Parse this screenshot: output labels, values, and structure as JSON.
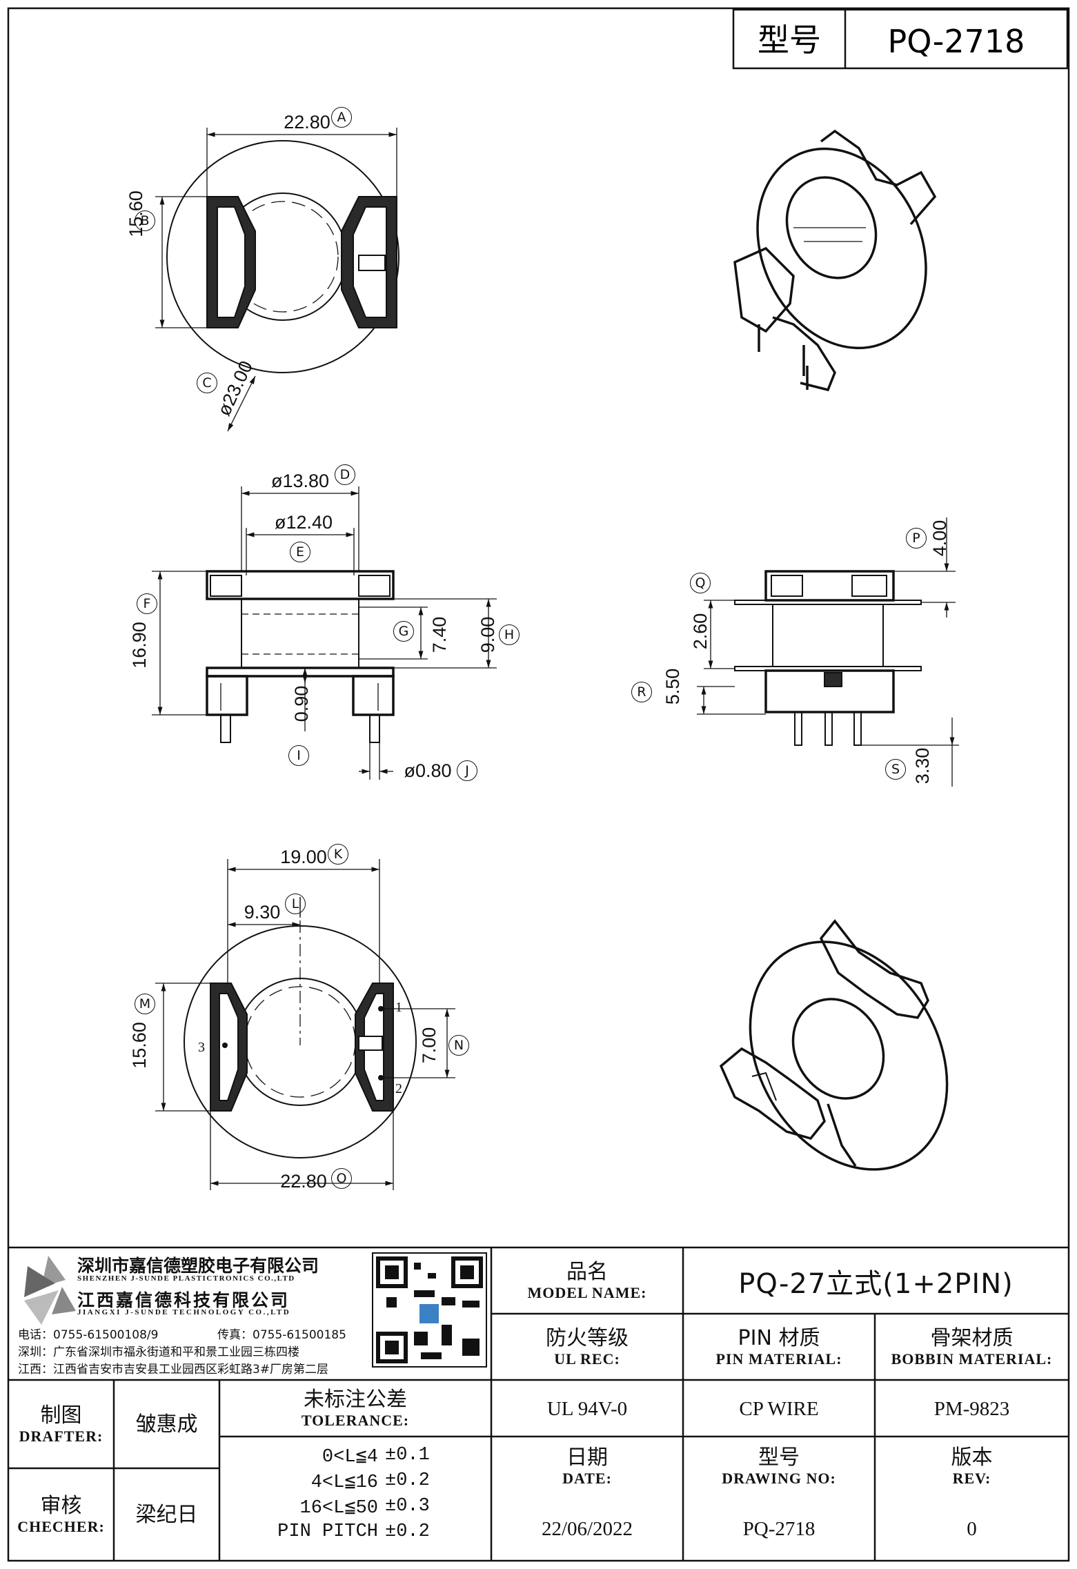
{
  "header": {
    "model_label": "型号",
    "model_value": "PQ-2718"
  },
  "dimensions": {
    "A": {
      "letter": "A",
      "text": "22.80"
    },
    "B": {
      "letter": "B",
      "text": "15.60"
    },
    "C": {
      "letter": "C",
      "text": "ø23.00"
    },
    "D": {
      "letter": "D",
      "text": "ø13.80"
    },
    "E": {
      "letter": "E",
      "text": "ø12.40"
    },
    "F": {
      "letter": "F",
      "text": "16.90"
    },
    "G": {
      "letter": "G",
      "text": "7.40"
    },
    "H": {
      "letter": "H",
      "text": "9.00"
    },
    "I": {
      "letter": "I",
      "text": "0.90"
    },
    "J": {
      "letter": "J",
      "text": "ø0.80"
    },
    "K": {
      "letter": "K",
      "text": "19.00"
    },
    "L": {
      "letter": "L",
      "text": "9.30"
    },
    "M": {
      "letter": "M",
      "text": "15.60"
    },
    "N": {
      "letter": "N",
      "text": "7.00"
    },
    "O": {
      "letter": "O",
      "text": "22.80"
    },
    "P": {
      "letter": "P",
      "text": "4.00"
    },
    "Q": {
      "letter": "Q",
      "text": "2.60"
    },
    "R": {
      "letter": "R",
      "text": "5.50"
    },
    "S": {
      "letter": "S",
      "text": "3.30"
    }
  },
  "pins": [
    "1",
    "2",
    "3"
  ],
  "company": {
    "name_sz": "深圳市嘉信德塑胶电子有限公司",
    "name_sz_en": "SHENZHEN J-SUNDE PLASTICTRONICS CO.,LTD",
    "name_jx": "江西嘉信德科技有限公司",
    "name_jx_en": "JIANGXI J-SUNDE TECHNOLOGY CO.,LTD",
    "phone": "电话：0755-61500108/9",
    "fax": "传真：0755-61500185",
    "addr_sz": "深圳：广东省深圳市福永街道和平和景工业园三栋四楼",
    "addr_jx": "江西：江西省吉安市吉安县工业园西区彩虹路3#厂房第二层"
  },
  "title_block": {
    "model_name_zh": "品名",
    "model_name_en": "MODEL NAME:",
    "model_name_value": "PQ-27立式(1+2PIN)",
    "ul_zh": "防火等级",
    "ul_en": "UL REC:",
    "ul_value": "UL 94V-0",
    "pin_zh": "PIN 材质",
    "pin_en": "PIN MATERIAL:",
    "pin_value": "CP WIRE",
    "bobbin_zh": "骨架材质",
    "bobbin_en": "BOBBIN MATERIAL:",
    "bobbin_value": "PM-9823",
    "drafter_zh": "制图",
    "drafter_en": "DRAFTER:",
    "drafter_value": "皱惠成",
    "checker_zh": "审核",
    "checker_en": "CHECHER:",
    "checker_value": "梁纪日",
    "tolerance_zh": "未标注公差",
    "tolerance_en": "TOLERANCE:",
    "tolerance_rows": [
      {
        "range": "0<L≦4",
        "tol": "±0.1"
      },
      {
        "range": "4<L≦16",
        "tol": "±0.2"
      },
      {
        "range": "16<L≦50",
        "tol": "±0.3"
      },
      {
        "range": "PIN PITCH",
        "tol": "±0.2"
      }
    ],
    "date_zh": "日期",
    "date_en": "DATE:",
    "date_value": "22/06/2022",
    "drawing_zh": "型号",
    "drawing_en": "DRAWING NO:",
    "drawing_value": "PQ-2718",
    "rev_zh": "版本",
    "rev_en": "REV:",
    "rev_value": "0"
  }
}
